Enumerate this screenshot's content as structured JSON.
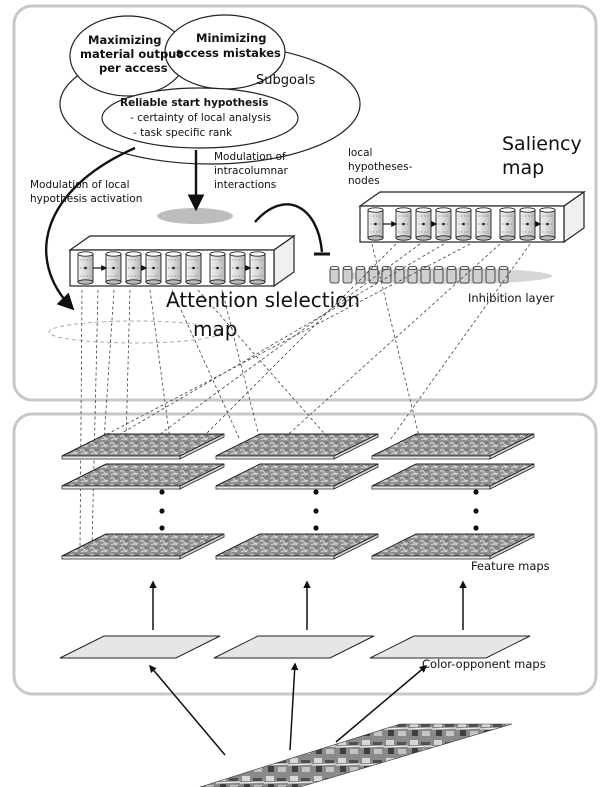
{
  "subgoals": {
    "goal1_line1": "Maximizing",
    "goal1_line2": "material output",
    "goal1_line3": "per access",
    "goal2_line1": "Minimizing",
    "goal2_line2": "access mistakes",
    "label": "Subgoals",
    "goal3_line1": "Reliable start hypothesis",
    "goal3_line2": "- certainty of local analysis",
    "goal3_line3": "- task specific rank"
  },
  "labels": {
    "modulation_activation_line1": "Modulation of local",
    "modulation_activation_line2": "hypothesis activation",
    "modulation_intracolumnar_line1": "Modulation of",
    "modulation_intracolumnar_line2": "intracolumnar",
    "modulation_intracolumnar_line3": "interactions",
    "local_hyp_line1": "local",
    "local_hyp_line2": "hypotheses-",
    "local_hyp_line3": "nodes",
    "saliency_line1": "Saliency",
    "saliency_line2": "map",
    "inhibition": "Inhibition layer",
    "attention_line1": "Attention slelection",
    "attention_line2": "map",
    "feature_maps": "Feature maps",
    "color_opponent_maps": "Color-opponent maps"
  },
  "colors": {
    "panel_border": "#c8c8c8",
    "ink": "#111111",
    "gray_fill": "#bdbdbd",
    "light_fill": "#e6e6e6",
    "dark_fill": "#777777"
  },
  "icons": {
    "node_column": "cylinder-icon",
    "feature_plane": "textured-parallelogram",
    "photo": "aerial-photo-strip"
  }
}
